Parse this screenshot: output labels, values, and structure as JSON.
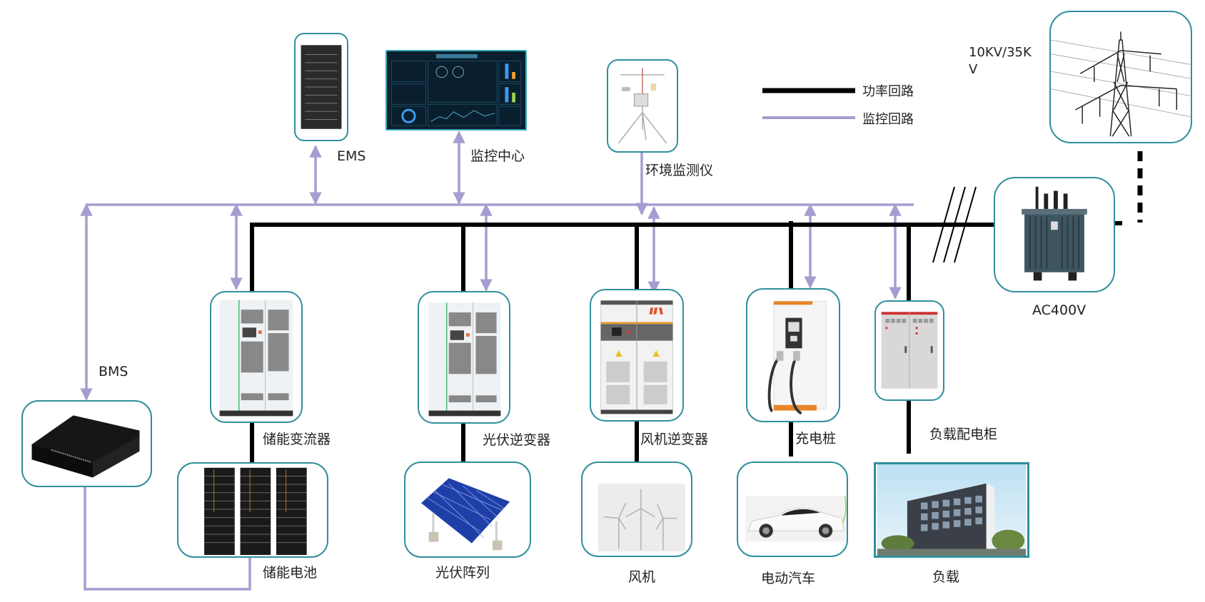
{
  "legend": {
    "power_loop": "功率回路",
    "monitor_loop": "监控回路"
  },
  "colors": {
    "power_line": "#000000",
    "monitor_line": "#a49ed0",
    "box_border": "#2f8f9c"
  },
  "grid": {
    "voltage_high": "10KV/35KV",
    "voltage_low": "AC400V"
  },
  "nodes": {
    "ems": "EMS",
    "monitor_center": "监控中心",
    "env_monitor": "环境监测仪",
    "bms": "BMS",
    "pcs": "储能变流器",
    "battery": "储能电池",
    "pv_inverter": "光伏逆变器",
    "pv_array": "光伏阵列",
    "wind_inverter": "风机逆变器",
    "wind_turbine": "风机",
    "charger": "充电桩",
    "ev": "电动汽车",
    "load_cabinet": "负载配电柜",
    "load": "负载"
  },
  "icons": {
    "ems": "server-rack-icon",
    "monitor_center": "dashboard-screen-icon",
    "env_monitor": "weather-station-icon",
    "transmission_tower": "transmission-tower-icon",
    "transformer": "transformer-icon",
    "bms": "bms-controller-icon",
    "pcs": "converter-cabinet-icon",
    "battery": "battery-rack-icon",
    "pv_inverter": "inverter-cabinet-icon",
    "pv_array": "solar-panel-icon",
    "wind_inverter": "wind-inverter-icon",
    "wind_turbine": "wind-turbine-icon",
    "charger": "ev-charger-icon",
    "ev": "electric-car-icon",
    "load_cabinet": "distribution-cabinet-icon",
    "load": "building-icon"
  }
}
